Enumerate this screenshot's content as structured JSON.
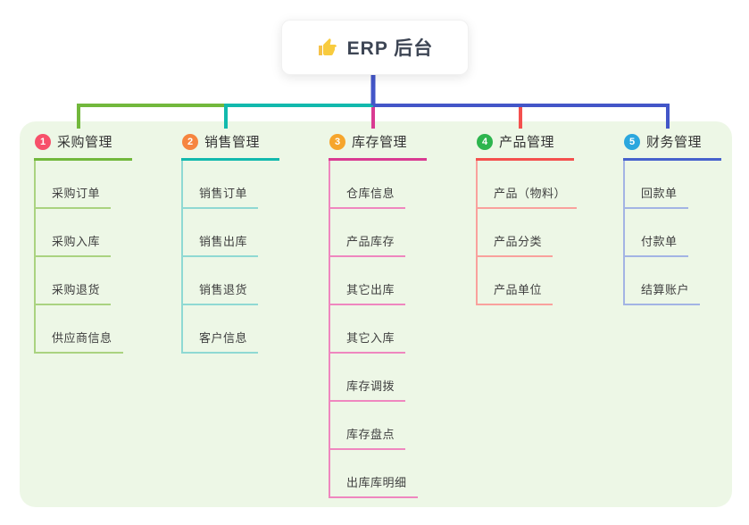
{
  "root": {
    "icon": "thumbs-up",
    "title": "ERP 后台"
  },
  "branches": [
    {
      "index": "1",
      "label": "采购管理",
      "badge_color": "#f7506a",
      "line_color": "#72b83c",
      "child_line_color": "#aad380",
      "children": [
        "采购订单",
        "采购入库",
        "采购退货",
        "供应商信息"
      ]
    },
    {
      "index": "2",
      "label": "销售管理",
      "badge_color": "#f6853f",
      "line_color": "#12b9ad",
      "child_line_color": "#8fd9d3",
      "children": [
        "销售订单",
        "销售出库",
        "销售退货",
        "客户信息"
      ]
    },
    {
      "index": "3",
      "label": "库存管理",
      "badge_color": "#f6a52c",
      "line_color": "#d93b92",
      "child_line_color": "#ef87bf",
      "children": [
        "仓库信息",
        "产品库存",
        "其它出库",
        "其它入库",
        "库存调拨",
        "库存盘点",
        "出库库明细"
      ]
    },
    {
      "index": "4",
      "label": "产品管理",
      "badge_color": "#2db54e",
      "line_color": "#f4504e",
      "child_line_color": "#f9a19d",
      "children": [
        "产品（物料）",
        "产品分类",
        "产品单位"
      ]
    },
    {
      "index": "5",
      "label": "财务管理",
      "badge_color": "#2ba7de",
      "line_color": "#4762cc",
      "child_line_color": "#a3b4e4",
      "children": [
        "回款单",
        "付款单",
        "结算账户"
      ]
    }
  ],
  "colors": {
    "canvas_bg": "#ffffff",
    "panel_bg": "#edf7e6",
    "root_connector": "#4356c8",
    "root_icon_yellow": "#f6c24a"
  }
}
